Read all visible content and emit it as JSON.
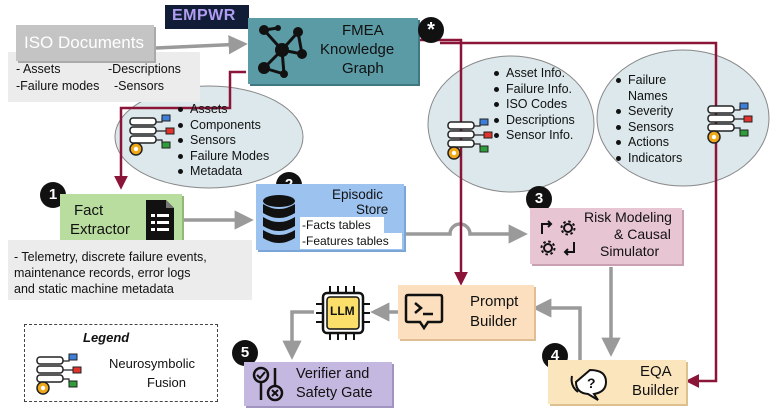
{
  "iso": {
    "title": "ISO Documents",
    "items": [
      "- Assets",
      "-Descriptions",
      "-Failure modes",
      "-Sensors"
    ]
  },
  "empwr_label": "EMPWR",
  "kg": {
    "line1": "FMEA",
    "line2": "Knowledge",
    "line3": "Graph",
    "star": "*"
  },
  "kg_bubble_left": {
    "items": [
      "Assets",
      "Components",
      "Sensors",
      "Failure Modes",
      "Metadata"
    ]
  },
  "kg_bubble_mid": {
    "items": [
      "Asset Info.",
      "Failure Info.",
      "ISO Codes",
      "Descriptions",
      "Sensor Info."
    ]
  },
  "kg_bubble_right": {
    "items": [
      "Failure",
      "Names",
      "Severity",
      "Sensors",
      "Actions",
      "Indicators"
    ]
  },
  "fact_extractor": {
    "num": "1",
    "line1": "Fact",
    "line2": "Extractor"
  },
  "telemetry_note": {
    "lines": [
      "- Telemetry, discrete failure events,",
      "maintenance records, error logs",
      "and static machine metadata"
    ]
  },
  "episodic_store": {
    "num": "2",
    "line1": "Episodic",
    "line2": "Store",
    "tab1": "-Facts tables",
    "tab2": "-Features tables"
  },
  "risk_modeling": {
    "num": "3",
    "line1": "Risk Modeling",
    "line2": "& Causal",
    "line3": "Simulator"
  },
  "llm_label": "LLM",
  "prompt_builder": {
    "line1": "Prompt",
    "line2": "Builder"
  },
  "eqa_builder": {
    "num": "4",
    "line1": "EQA",
    "line2": "Builder"
  },
  "verifier": {
    "num": "5",
    "line1": "Verifier and",
    "line2": "Safety Gate"
  },
  "legend": {
    "title": "Legend",
    "item": "Neurosymbolic",
    "item2": "Fusion"
  },
  "colors": {
    "arrow_maroon": "#8b1538",
    "arrow_gray": "#9a9a9a",
    "kg_box": "#5b9ba5",
    "fact_box": "#b9dc9f",
    "store_box": "#9cc3ef",
    "risk_box": "#e8c5d3",
    "prompt_box": "#fbdfbf",
    "eqa_box": "#fbe5bc",
    "verifier_box": "#c5b8e0"
  }
}
